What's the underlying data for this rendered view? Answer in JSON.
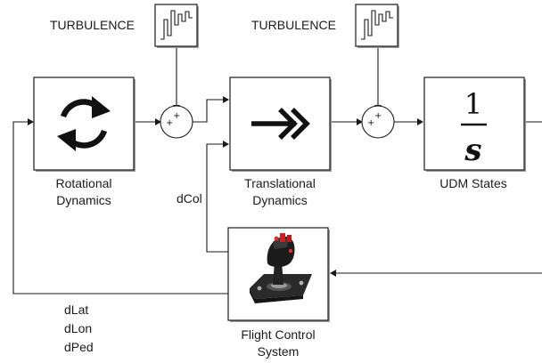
{
  "turbulence": {
    "label_1": "TURBULENCE",
    "label_2": "TURBULENCE"
  },
  "blocks": {
    "rotational": {
      "line1": "Rotational",
      "line2": "Dynamics"
    },
    "translational": {
      "line1": "Translational",
      "line2": "Dynamics"
    },
    "integrator": {
      "numerator": "1",
      "denominator": "s",
      "label": "UDM States"
    },
    "flight_control": {
      "line1": "Flight Control",
      "line2": "System"
    }
  },
  "sums": {
    "sign_top": "+",
    "sign_left": "+"
  },
  "signals": {
    "dcol": "dCol",
    "dlat": "dLat",
    "dlon": "dLon",
    "dped": "dPed"
  }
}
